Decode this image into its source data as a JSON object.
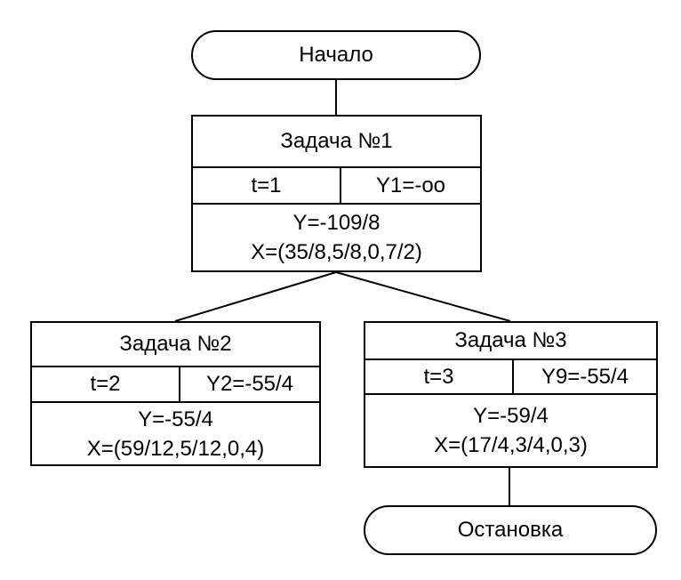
{
  "start": {
    "label": "Начало"
  },
  "stop": {
    "label": "Остановка"
  },
  "tasks": [
    {
      "title": "Задача №1",
      "t": "t=1",
      "bound": "Y1=-oo",
      "y": "Y=-109/8",
      "x": "X=(35/8,5/8,0,7/2)"
    },
    {
      "title": "Задача №2",
      "t": "t=2",
      "bound": "Y2=-55/4",
      "y": "Y=-55/4",
      "x": "X=(59/12,5/12,0,4)"
    },
    {
      "title": "Задача №3",
      "t": "t=3",
      "bound": "Y9=-55/4",
      "y": "Y=-59/4",
      "x": "X=(17/4,3/4,0,3)"
    }
  ]
}
